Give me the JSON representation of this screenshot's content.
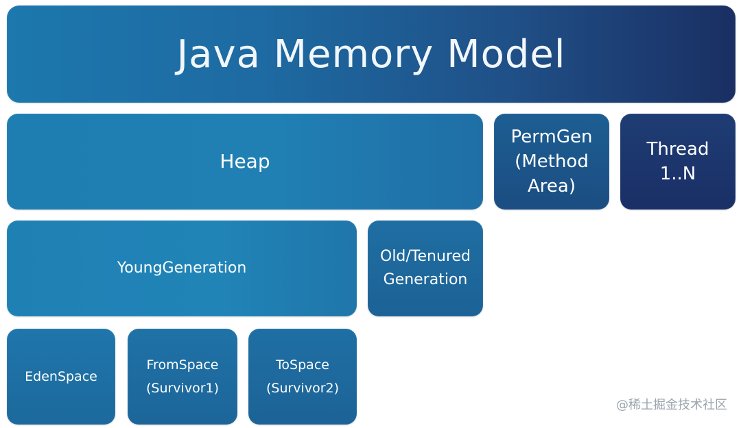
{
  "title": "Java Memory Model",
  "boxes": {
    "heap": "Heap",
    "permgen": "PermGen\n(Method\nArea)",
    "thread": "Thread\n1..N",
    "young_generation": "YoungGeneration",
    "old_generation": "Old/Tenured\nGeneration",
    "eden_space": "EdenSpace",
    "from_space": "FromSpace\n(Survivor1)",
    "to_space": "ToSpace\n(Survivor2)"
  },
  "watermark": "@稀土掘金技术社区",
  "colors": {
    "primary_blue": "#1f80b4",
    "dark_navy": "#1a2f66",
    "text": "#ffffff"
  }
}
